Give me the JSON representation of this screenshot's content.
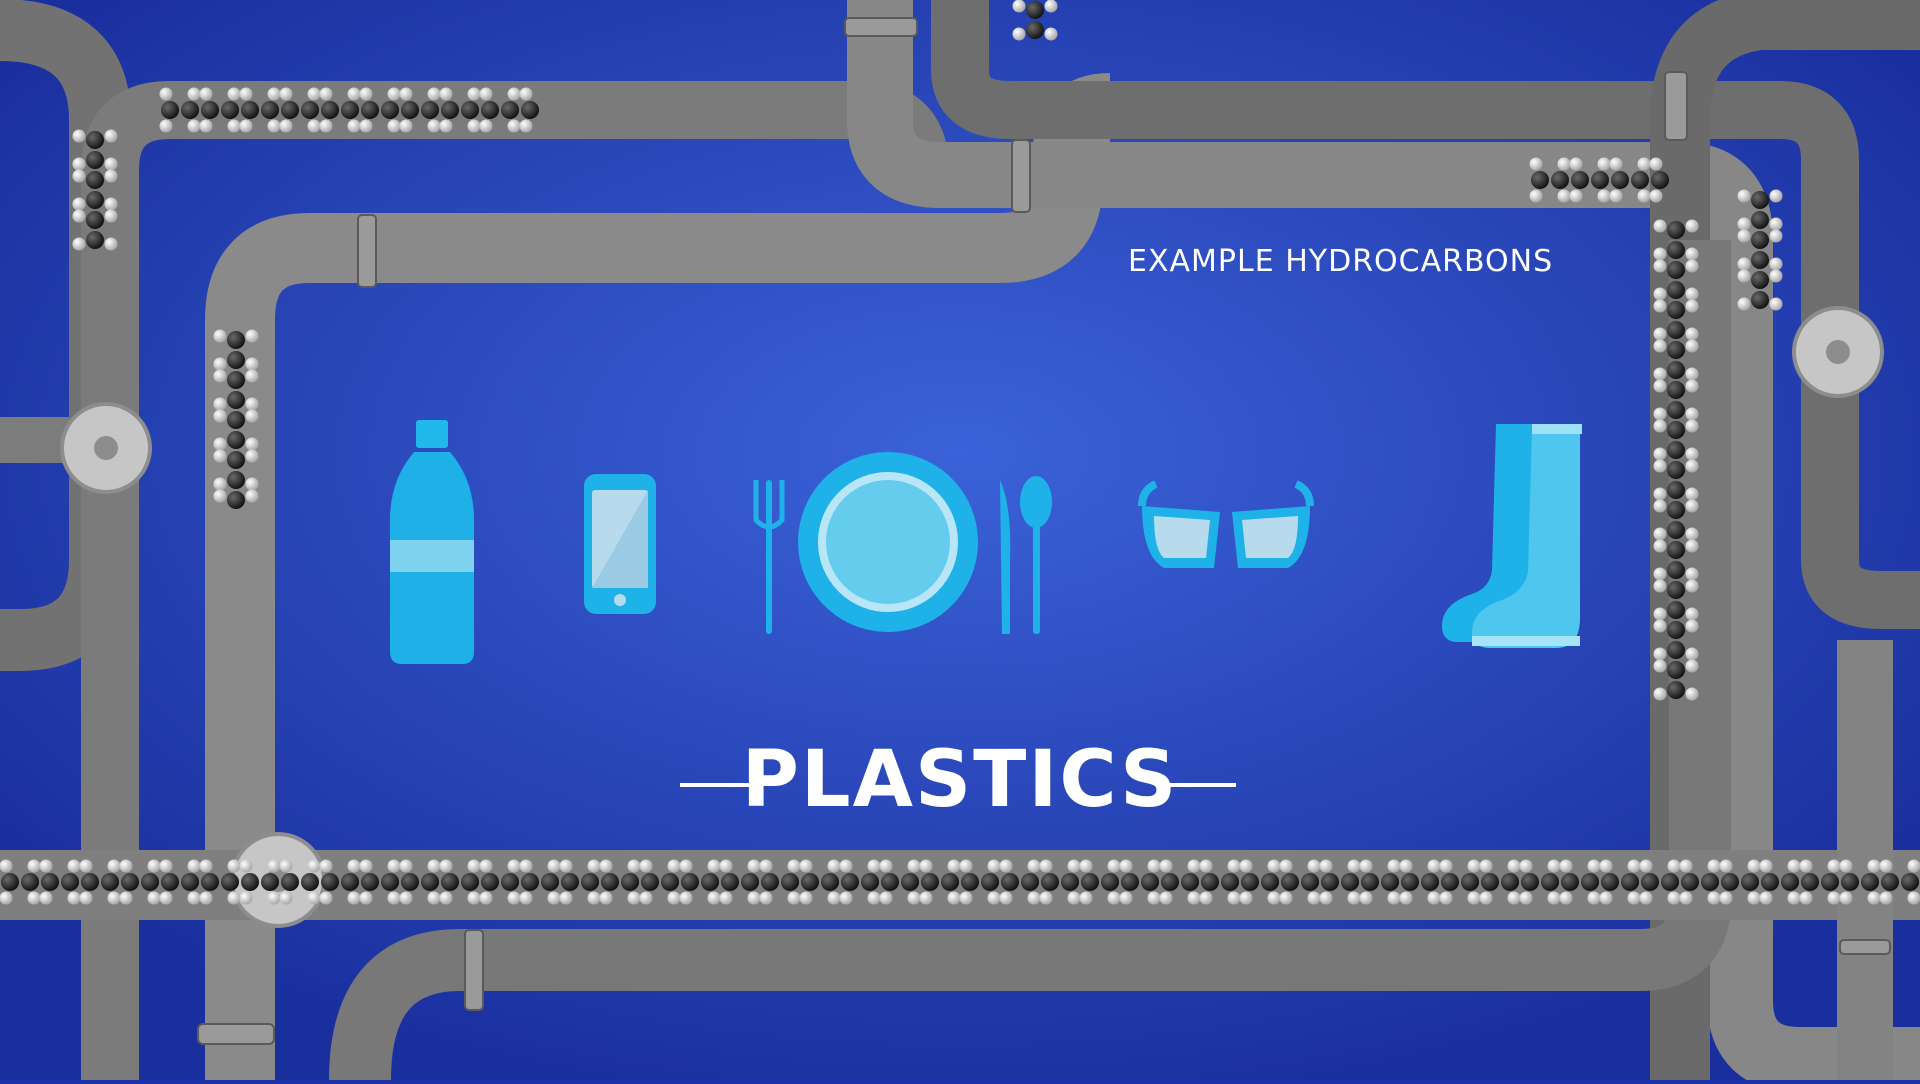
{
  "caption": {
    "subtitle": "EXAMPLE HYDROCARBONS",
    "title": "PLASTICS"
  },
  "items": [
    {
      "name": "bottle",
      "icon": "plastic-bottle-icon"
    },
    {
      "name": "phone",
      "icon": "smartphone-icon"
    },
    {
      "name": "tableware",
      "icon": "plate-and-cutlery-icon"
    },
    {
      "name": "glasses",
      "icon": "sunglasses-icon"
    },
    {
      "name": "boots",
      "icon": "rain-boots-icon"
    }
  ],
  "colors": {
    "background_center": "#3a5fd6",
    "background_edge": "#1a2fa0",
    "pipe": "#7a7a7a",
    "pipe_shadow": "#5e5e5e",
    "icon_fill": "#1fb2e8",
    "icon_light": "#7fd8f5",
    "carbon_atom": "#222222",
    "hydrogen_atom": "#d8d8d8",
    "text": "#ffffff"
  }
}
